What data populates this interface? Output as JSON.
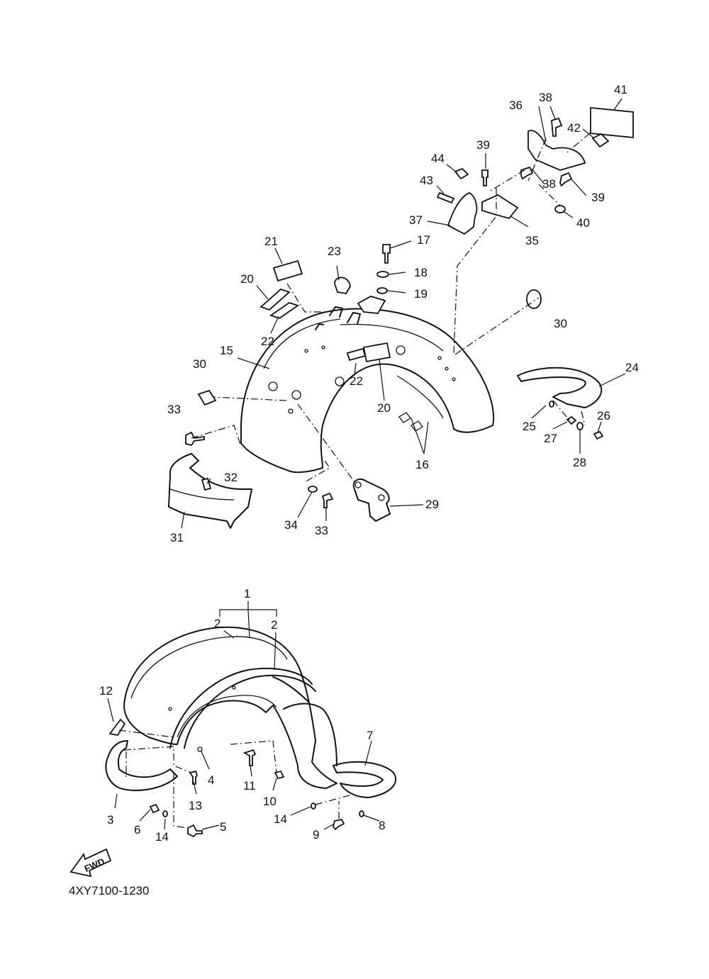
{
  "diagram_code": "4XY7100-1230",
  "fwd_label": "FWD",
  "callouts": [
    "1",
    "2",
    "3",
    "4",
    "5",
    "6",
    "7",
    "8",
    "9",
    "10",
    "11",
    "12",
    "13",
    "14",
    "15",
    "16",
    "17",
    "18",
    "19",
    "20",
    "21",
    "22",
    "23",
    "24",
    "25",
    "26",
    "27",
    "28",
    "29",
    "30",
    "31",
    "32",
    "33",
    "34",
    "35",
    "36",
    "37",
    "38",
    "39",
    "40",
    "41",
    "42",
    "43",
    "44"
  ]
}
